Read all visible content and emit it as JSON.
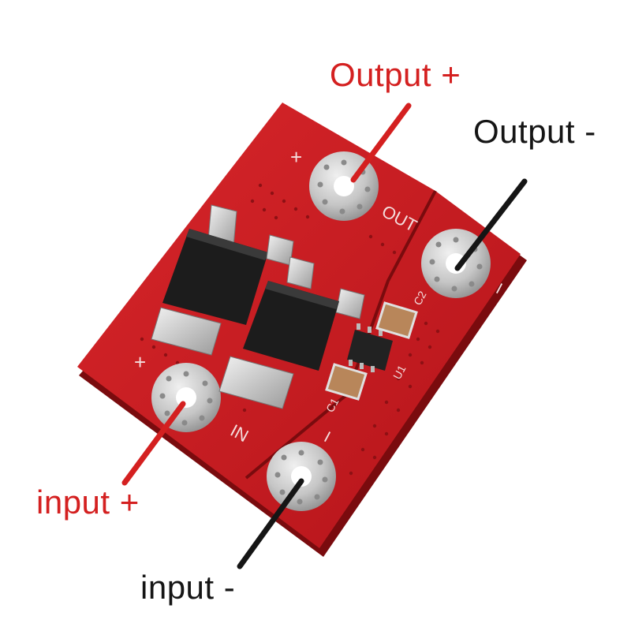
{
  "labels": {
    "output_plus": "Output +",
    "output_minus": "Output -",
    "input_plus": "input +",
    "input_minus": "input -"
  },
  "board": {
    "silkscreen_plus_top": "+",
    "silkscreen_out": "OUT",
    "silkscreen_minus_right": "I",
    "silkscreen_plus_bottom": "+",
    "silkscreen_in": "IN",
    "silkscreen_minus_bottom": "I",
    "silkscreen_c1": "C1",
    "silkscreen_c2": "C2",
    "silkscreen_u1": "U1"
  },
  "colors": {
    "pcb_red": "#c81a1e",
    "pcb_edge": "#8e0f12",
    "pad_silver": "#c9c9c9",
    "pointer_red": "#d42020",
    "pointer_black": "#151515"
  }
}
